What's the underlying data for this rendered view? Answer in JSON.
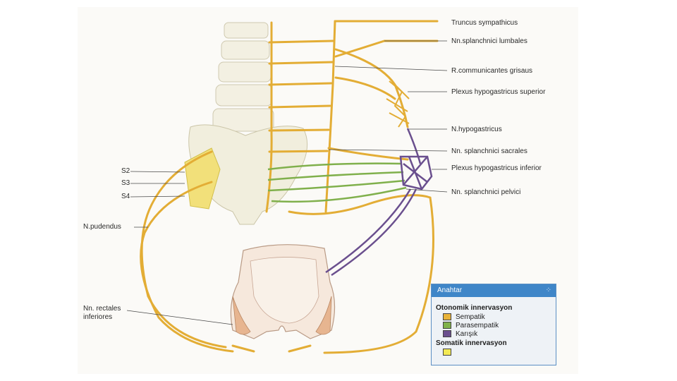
{
  "labels": {
    "truncus": "Truncus sympathicus",
    "lumbales": "Nn.splanchnici lumbales",
    "griseus": "R.communicantes grisaus",
    "superior": "Plexus hypogastricus superior",
    "hypogastricus": "N.hypogastricus",
    "sacrales": "Nn. splanchnici sacrales",
    "inferior": "Plexus hypogastricus inferior",
    "pelvici": "Nn. splanchnici pelvici",
    "s2": "S2",
    "s3": "S3",
    "s4": "S4",
    "pudendus": "N.pudendus",
    "rectales": "Nn. rectales inferiores"
  },
  "legend": {
    "title": "Anahtar",
    "section1": "Otonomik innervasyon",
    "items": [
      "Sempatik",
      "Parasempatik",
      "Karışık"
    ],
    "section2": "Somatik innervasyon",
    "colors": {
      "sympathetic": "#e8b33a",
      "parasympathetic": "#7fb24a",
      "mixed": "#6a4f8e",
      "somatic": "#f3ea55"
    }
  }
}
